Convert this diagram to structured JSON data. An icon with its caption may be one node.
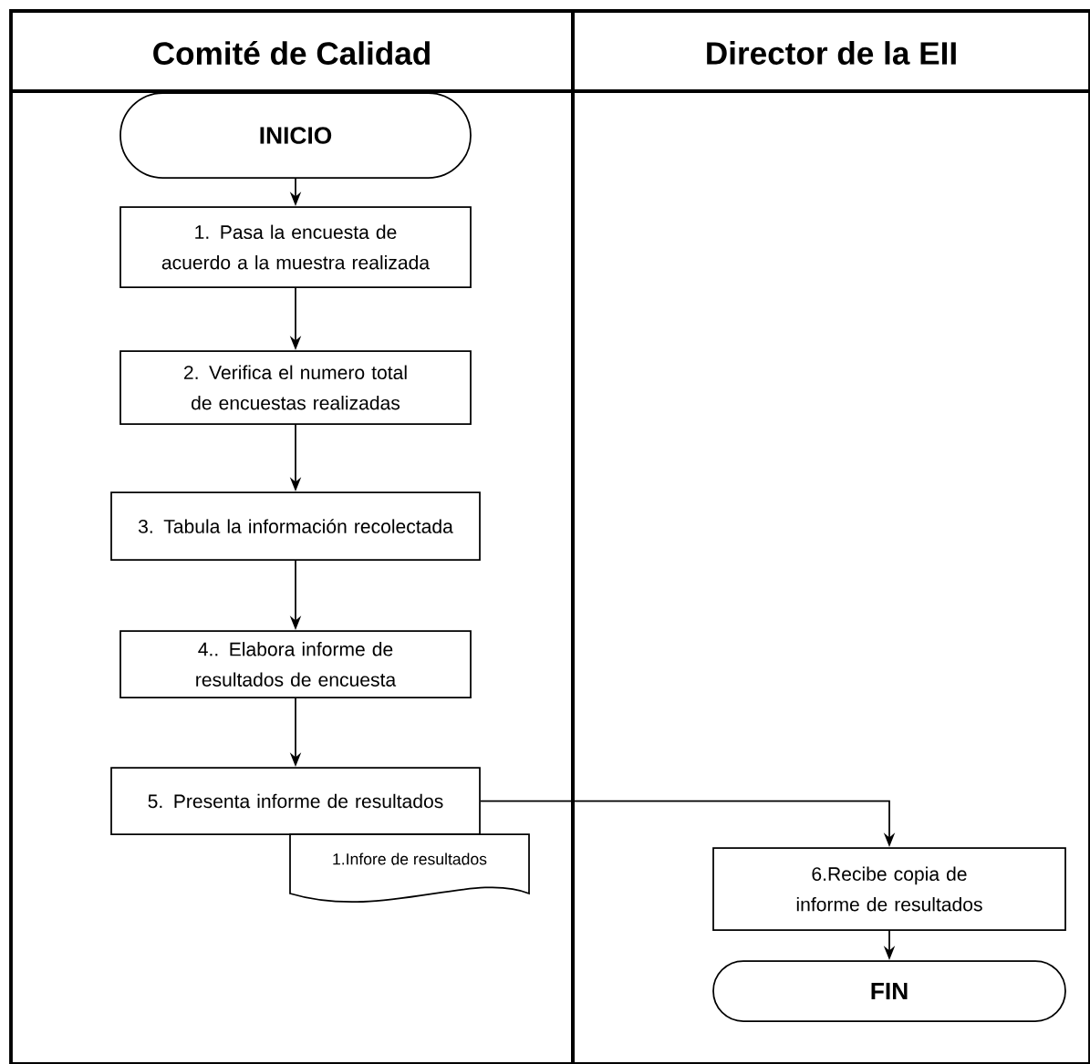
{
  "diagram": {
    "nodes": [
      {
        "text": [
          "Comité de Calidad"
        ]
      },
      {
        "text": [
          "INICIO"
        ],
        "in": 0
      },
      {
        "text": [
          "1.  Pasa la encuesta de acuerdo a la muestra realizada"
        ],
        "in": 0
      },
      {
        "text": [
          "2. Verifica el numero total de encuestas realizadas"
        ],
        "in": 0
      },
      {
        "text": [
          "3. Tabula la información recolectada"
        ],
        "in": 0
      },
      {
        "text": [
          "4.. Elabora informe de resultados de encuesta"
        ],
        "in": 0
      },
      {
        "text": [
          "5.  Presenta informe de resultados"
        ],
        "in": 0
      },
      {
        "text": [
          "1.Infore de resultados"
        ],
        "in": 0
      },
      {
        "text": [
          "Director de la EII"
        ]
      },
      {
        "text": [
          "6.Recibe copia de  informe de resultados"
        ],
        "in": 8
      },
      {
        "text": [
          "FIN"
        ],
        "in": 8
      }
    ],
    "edges": [
      {
        "from": 1,
        "to": 2,
        "arrow": "to"
      },
      {
        "from": 2,
        "to": 3,
        "arrow": "to"
      },
      {
        "from": 3,
        "to": 4,
        "arrow": "to"
      },
      {
        "from": 4,
        "to": 5,
        "arrow": "to"
      },
      {
        "from": 5,
        "to": 6,
        "arrow": "to"
      },
      {
        "from": 6,
        "to": 9,
        "arrow": "to"
      },
      {
        "from": 9,
        "to": 10,
        "arrow": "to"
      }
    ]
  }
}
